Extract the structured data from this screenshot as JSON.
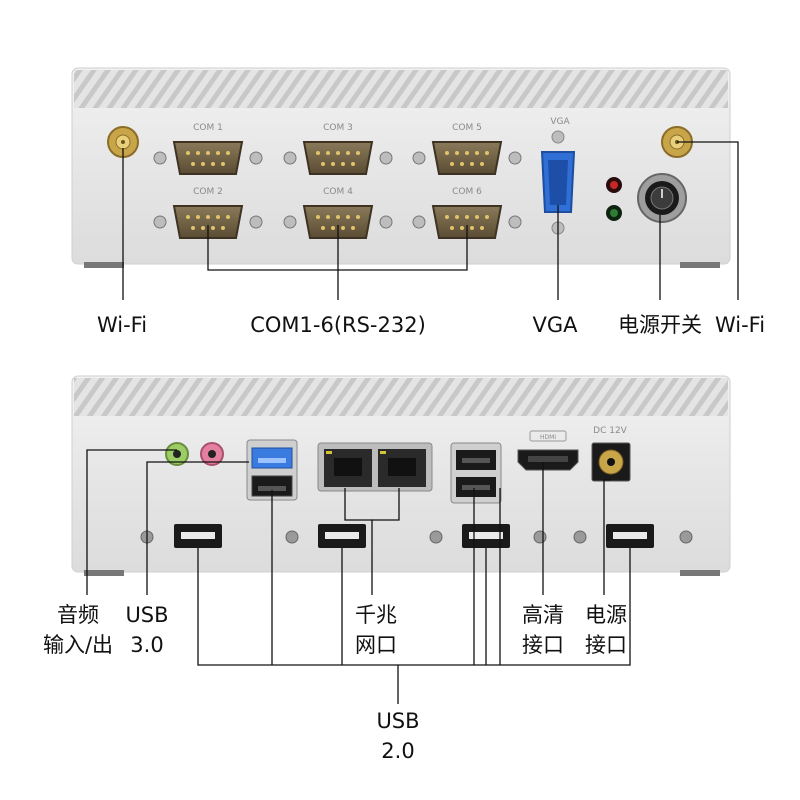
{
  "top_panel": {
    "com_port_labels": [
      "COM 1",
      "COM 2",
      "COM 3",
      "COM 4",
      "COM 5",
      "COM 6"
    ],
    "vga_silk": "VGA",
    "callouts": {
      "wifi_left": "Wi-Fi",
      "com": "COM1-6(RS-232)",
      "vga": "VGA",
      "power_switch": "电源开关",
      "wifi_right": "Wi-Fi"
    }
  },
  "bottom_panel": {
    "dc_silk": "DC 12V",
    "hdmi_silk": "HDMI",
    "callouts": {
      "audio_line1": "音频",
      "audio_line2": "输入/出",
      "usb3_line1": "USB",
      "usb3_line2": "3.0",
      "lan_line1": "千兆",
      "lan_line2": "网口",
      "hdmi_line1": "高清",
      "hdmi_line2": "接口",
      "power_line1": "电源",
      "power_line2": "接口",
      "usb2_line1": "USB",
      "usb2_line2": "2.0"
    }
  },
  "colors": {
    "chassis": "#e8e8e8",
    "usb3_blue": "#3a7be0",
    "audio_green": "#9ccc65",
    "audio_pink": "#e57fa0",
    "led_red": "#c62828",
    "led_green": "#2e7d32",
    "vga_blue": "#2f6fd6"
  }
}
